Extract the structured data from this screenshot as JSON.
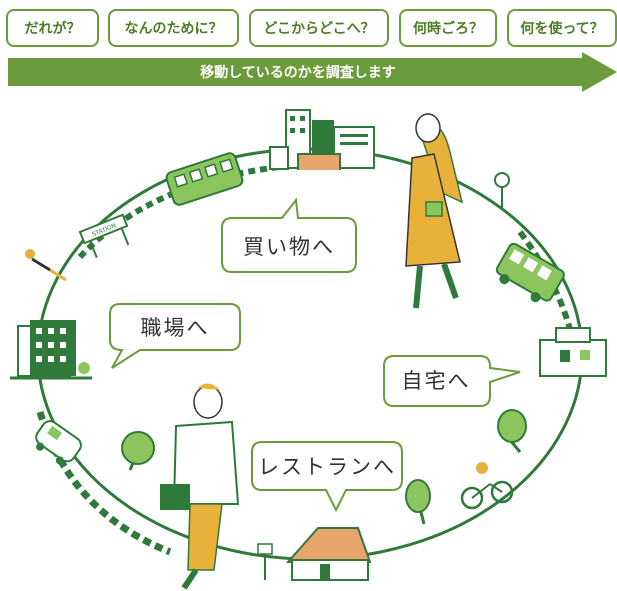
{
  "tabs": [
    {
      "label": "だれが？"
    },
    {
      "label": "なんのために？"
    },
    {
      "label": "どこからどこへ？"
    },
    {
      "label": "何時ごろ？"
    },
    {
      "label": "何を使って？"
    }
  ],
  "banner": {
    "label": "移動しているのかを調査します"
  },
  "bubbles": {
    "shopping": "買い物へ",
    "work": "職場へ",
    "home": "自宅へ",
    "restaurant": "レストランへ"
  },
  "icons": {
    "station_sign": "STATION"
  },
  "colors": {
    "primary_green": "#6a9b3d",
    "dark_green": "#2f7a3a",
    "tree_green": "#8cc55e",
    "accent_yellow": "#e8b23a",
    "roof_orange": "#e9a36c"
  }
}
